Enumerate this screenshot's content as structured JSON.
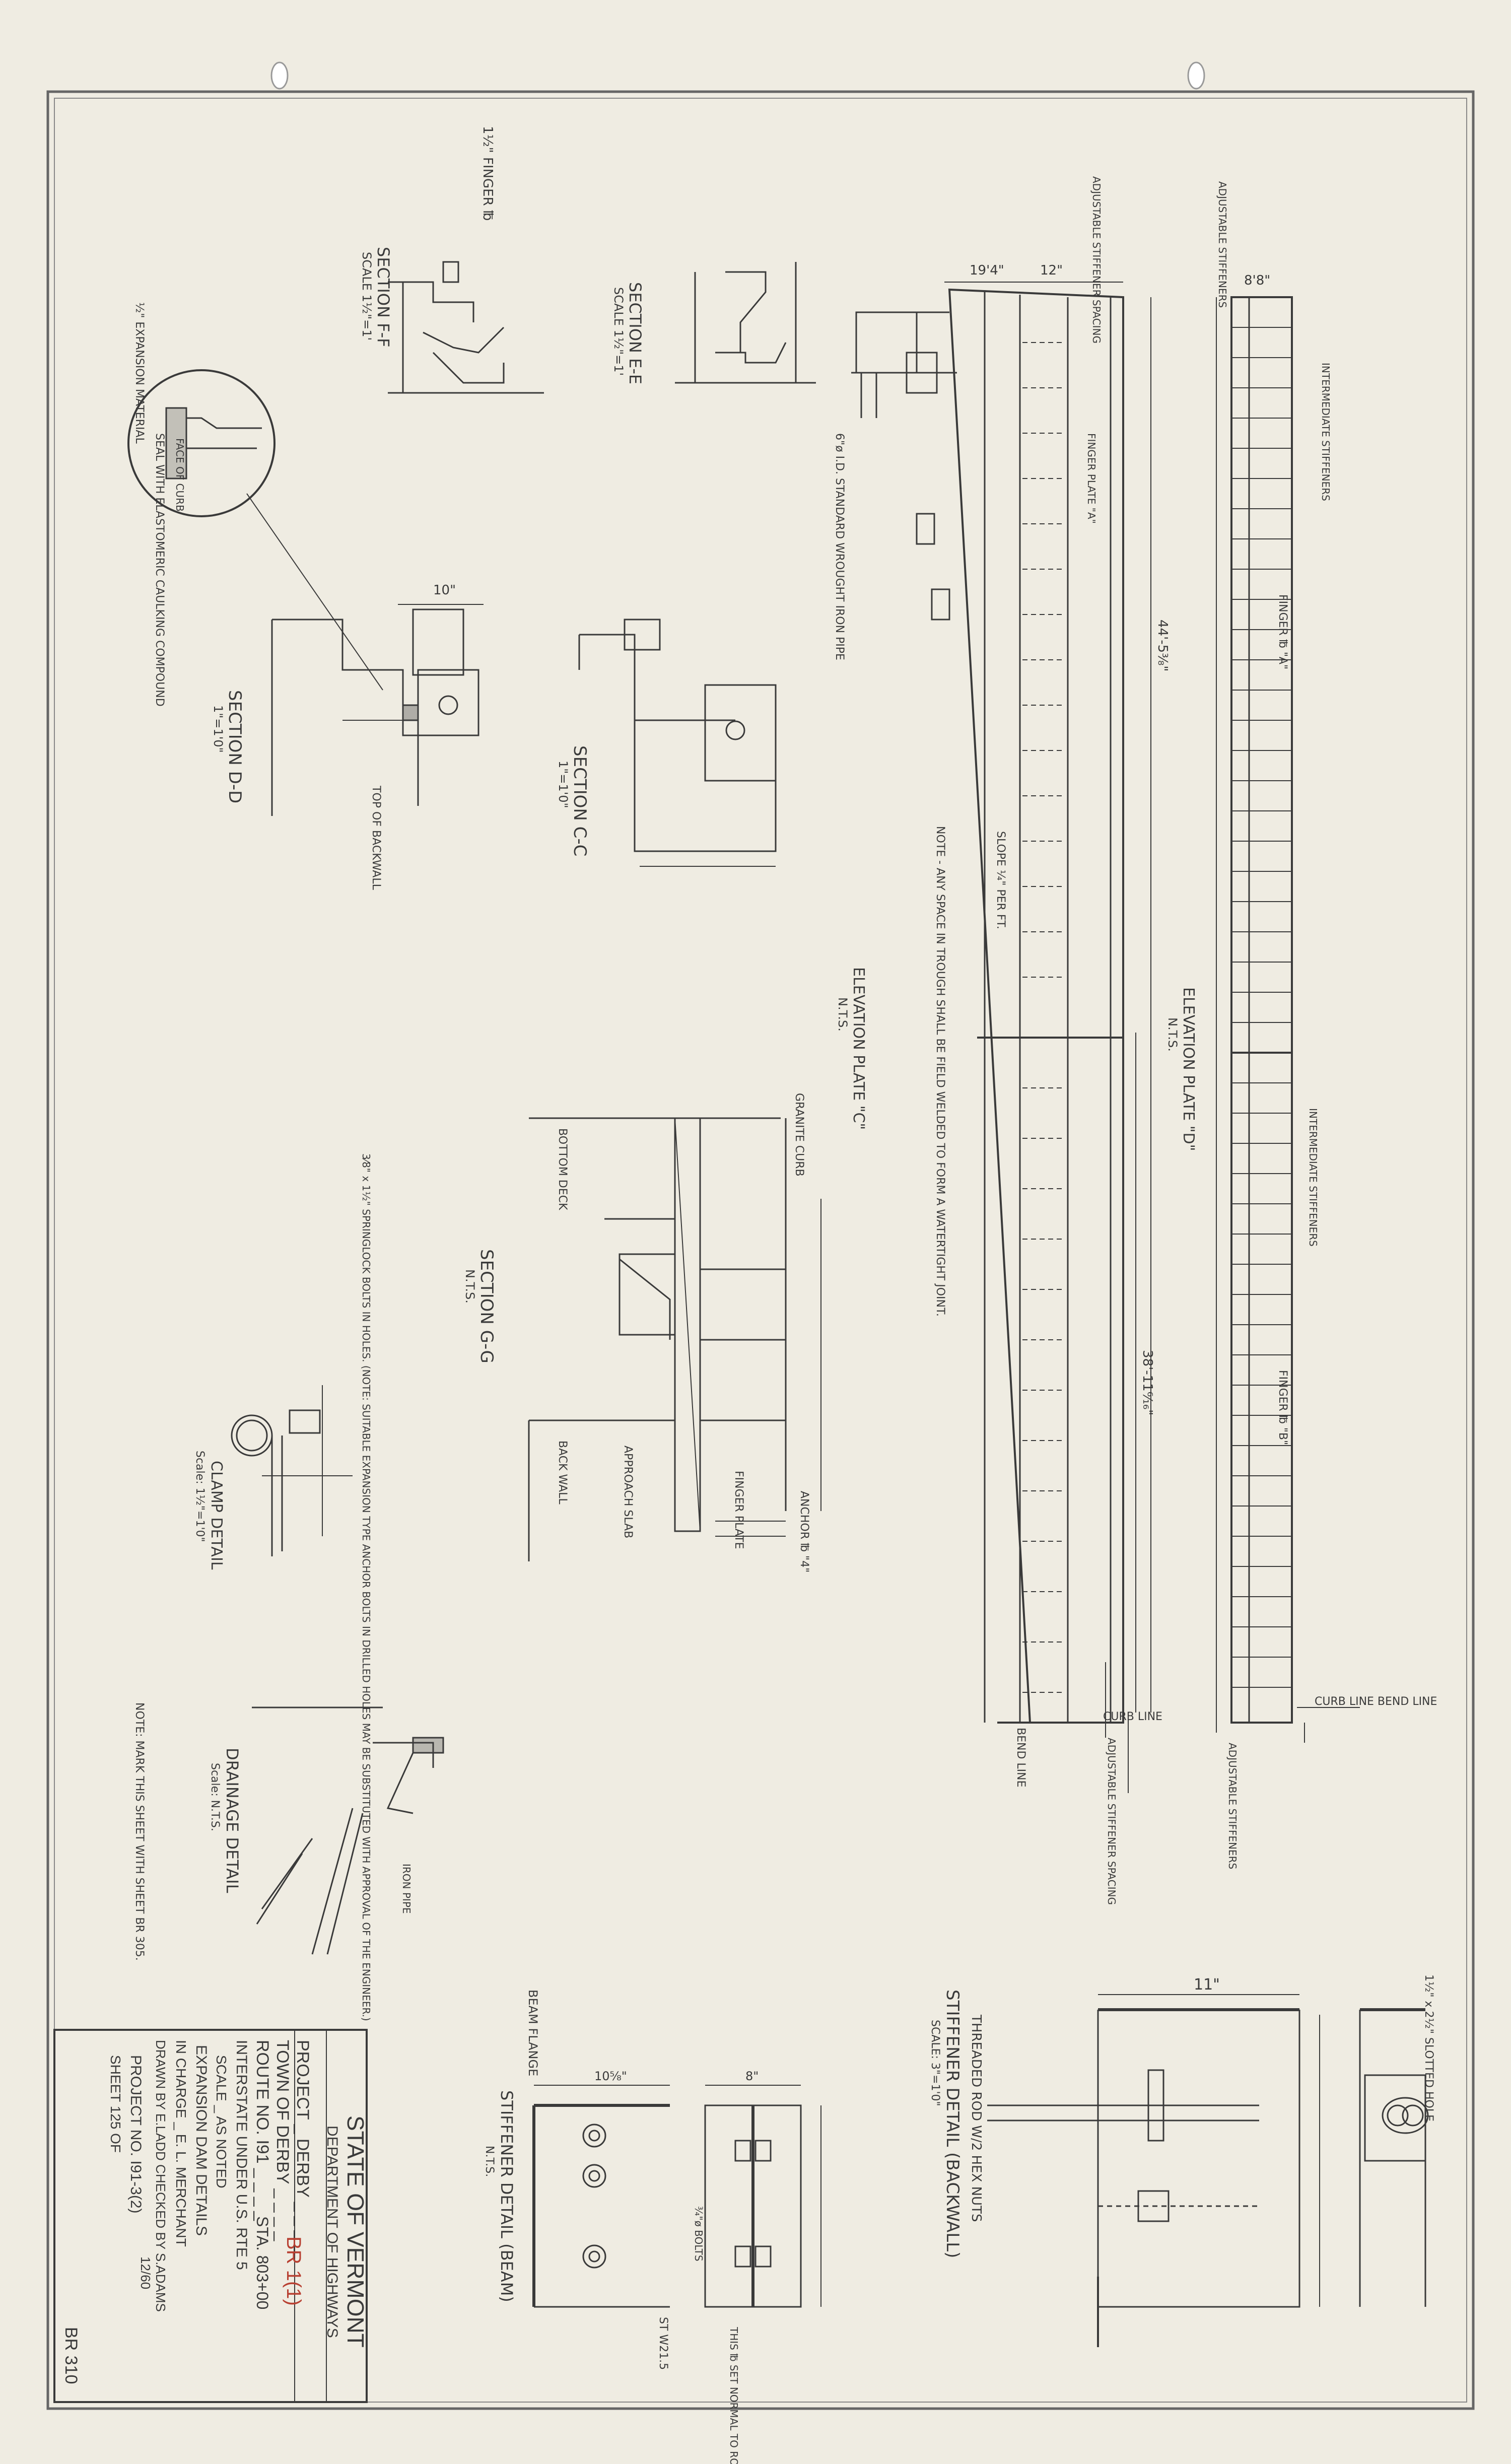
{
  "title_block": {
    "state": "STATE OF VERMONT",
    "department": "DEPARTMENT OF HIGHWAYS",
    "project": "PROJECT _ DERBY _ _ _ _",
    "project_code": "BR 1(1)",
    "town": "TOWN OF  DERBY _ _ _ _",
    "route": "ROUTE NO.  I91 _ _ _ _",
    "station": "STA. 803+00",
    "interstate": "INTERSTATE UNDER U.S. RTE 5",
    "scale": "SCALE _ AS NOTED",
    "detail": "EXPANSION DAM DETAILS",
    "in_charge": "IN CHARGE _ E. L. MERCHANT",
    "drawn_checked": "DRAWN BY E.LADD  CHECKED BY S.ADAMS",
    "date": "12/60",
    "project_no": "PROJECT NO. I91-3(2)",
    "sheet": "SHEET 125 OF",
    "sheet_code": "BR 310"
  },
  "sections": {
    "ff_title": "SECTION F-F",
    "ff_scale": "SCALE 1½\"=1'",
    "ee_title": "SECTION E-E",
    "ee_scale": "SCALE 1½\"=1'",
    "dd_title": "SECTION D-D",
    "dd_scale": "1\"=1'0\"",
    "cc_title": "SECTION C-C",
    "cc_scale": "1\"=1'0\"",
    "gg_title": "SECTION G-G",
    "gg_scale": "N.T.S.",
    "elev_c_title": "ELEVATION PLATE \"C\"",
    "elev_c_scale": "N.T.S.",
    "elev_d_title": "ELEVATION PLATE \"D\"",
    "elev_d_scale": "N.T.S.",
    "clamp_title": "CLAMP DETAIL",
    "clamp_scale": "Scale: 1½\"=1'0\"",
    "drainage_title": "DRAINAGE DETAIL",
    "drainage_scale": "Scale: N.T.S.",
    "stiff_back_title": "STIFFENER DETAIL (BACKWALL)",
    "stiff_back_scale": "SCALE: 3\"=1'0\"",
    "stiff_beam_title": "STIFFENER DETAIL (BEAM)",
    "stiff_beam_scale": "N.T.S."
  },
  "notes": {
    "trough_note": "NOTE - ANY SPACE IN TROUGH SHALL BE FIELD WELDED TO FORM A WATERTIGHT JOINT.",
    "mark_note": "NOTE: MARK THIS SHEET WITH SHEET BR 305.",
    "anchor_note": "3⁄8\" x 1½\" SPRINGLOCK BOLTS IN HOLES. (NOTE: SUITABLE EXPANSION TYPE ANCHOR BOLTS IN DRILLED HOLES MAY BE SUBSTITUTED WITH APPROVAL OF THE ENGINEER.)",
    "caulk_note": "SEAL WITH ELASTOMERIC CAULKING COMPOUND",
    "expansion_material": "½\" EXPANSION MATERIAL",
    "face_of_curb": "FACE OF CURB",
    "finger_plate": "FINGER PLATE",
    "pipe_note": "6\"ø I.D. STANDARD WROUGHT IRON PIPE",
    "slope": "SLOPE ¼\" PER FT.",
    "threaded_rod": "THREADED ROD W/2 HEX NUTS",
    "slotted_hole": "1½\" x 2½\" SLOTTED HOLE",
    "set_normal": "THIS ℔ SET NORMAL TO ROADWAY"
  },
  "labels": {
    "curb_line": "CURB LINE",
    "bend_line": "BEND LINE",
    "curb_bend": "CURB LINE BEND LINE",
    "adj_stiffener": "ADJUSTABLE STIFFENER SPACING",
    "adj_stiffeners": "ADJUSTABLE STIFFENERS",
    "intermediate": "INTERMEDIATE STIFFENERS",
    "finger_a": "FINGER ℔ \"A\"",
    "finger_b": "FINGER ℔ \"B\"",
    "finger_plate_a": "FINGER PLATE \"A\"",
    "granite_curb": "GRANITE CURB",
    "anchor_plate": "ANCHOR ℔ \"4\"",
    "bottom_deck": "BOTTOM DECK",
    "back_wall": "BACK WALL",
    "approach_slab": "APPROACH SLAB",
    "beam_flange": "BEAM FLANGE",
    "iron_pipe": "IRON PIPE",
    "top_backwall": "TOP OF BACKWALL",
    "finger_12": "1½\" FINGER ℔",
    "dim_19_4": "19'4\"",
    "dim_12": "12\"",
    "dim_8_8": "8'8\"",
    "dim_44_5": "44'-5⅜\"",
    "dim_38_11": "38'-11⁶⁄₁₆\"",
    "dim_11": "11\"",
    "dim_10": "10\"",
    "dim_10_8": "10⅝\"",
    "dim_8": "8\"",
    "w_section": "ST W21.5",
    "bolts": "¾\"ø BOLTS"
  },
  "colors": {
    "paper": "#efece2",
    "ink": "#3a3a3a",
    "border": "#5a5a5a",
    "red": "#b84032"
  }
}
